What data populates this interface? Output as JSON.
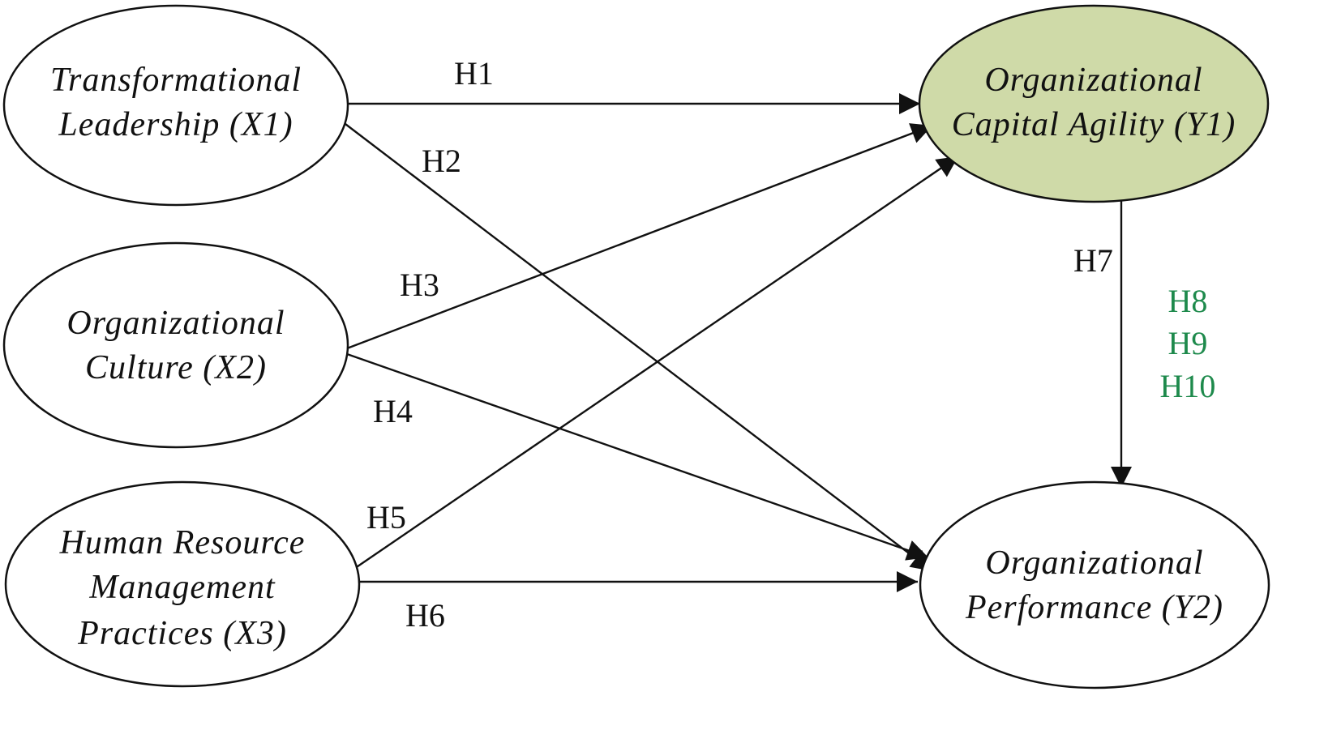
{
  "colors": {
    "line": "#111111",
    "node_fill": "#ffffff",
    "highlight_fill": "#cfdaa8",
    "mediation_label": "#1e8a4c"
  },
  "nodes": [
    {
      "id": "X1",
      "lines": [
        "Transformational",
        "Leadership (X1)"
      ],
      "highlight": false
    },
    {
      "id": "X2",
      "lines": [
        "Organizational",
        "Culture (X2)"
      ],
      "highlight": false
    },
    {
      "id": "X3",
      "lines": [
        "Human Resource",
        "Management",
        "Practices (X3)"
      ],
      "highlight": false
    },
    {
      "id": "Y1",
      "lines": [
        "Organizational",
        "Capital Agility (Y1)"
      ],
      "highlight": true
    },
    {
      "id": "Y2",
      "lines": [
        "Organizational",
        "Performance (Y2)"
      ],
      "highlight": false
    }
  ],
  "edges": [
    {
      "from": "X1",
      "to": "Y1",
      "label": "H1"
    },
    {
      "from": "X1",
      "to": "Y2",
      "label": "H2"
    },
    {
      "from": "X2",
      "to": "Y1",
      "label": "H3"
    },
    {
      "from": "X2",
      "to": "Y2",
      "label": "H4"
    },
    {
      "from": "X3",
      "to": "Y1",
      "label": "H5"
    },
    {
      "from": "X3",
      "to": "Y2",
      "label": "H6"
    },
    {
      "from": "Y1",
      "to": "Y2",
      "label": "H7"
    }
  ],
  "mediation_labels": [
    "H8",
    "H9",
    "H10"
  ]
}
